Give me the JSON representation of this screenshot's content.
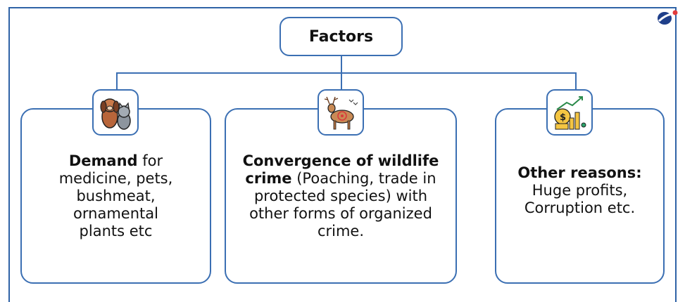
{
  "title": "Factors",
  "boxes": [
    {
      "bold": "Demand",
      "rest": " for medicine, pets, bushmeat, ornamental plants etc",
      "icon": "pets-icon"
    },
    {
      "bold": "Convergence of wildlife crime",
      "rest": " (Poaching, trade in protected species) with other forms of organized crime.",
      "icon": "deer-target-icon"
    },
    {
      "bold": "Other reasons:",
      "rest": " Huge profits, Corruption etc.",
      "icon": "money-growth-icon"
    }
  ],
  "colors": {
    "border": "#3b6fb3",
    "frame": "#2f63a7"
  }
}
